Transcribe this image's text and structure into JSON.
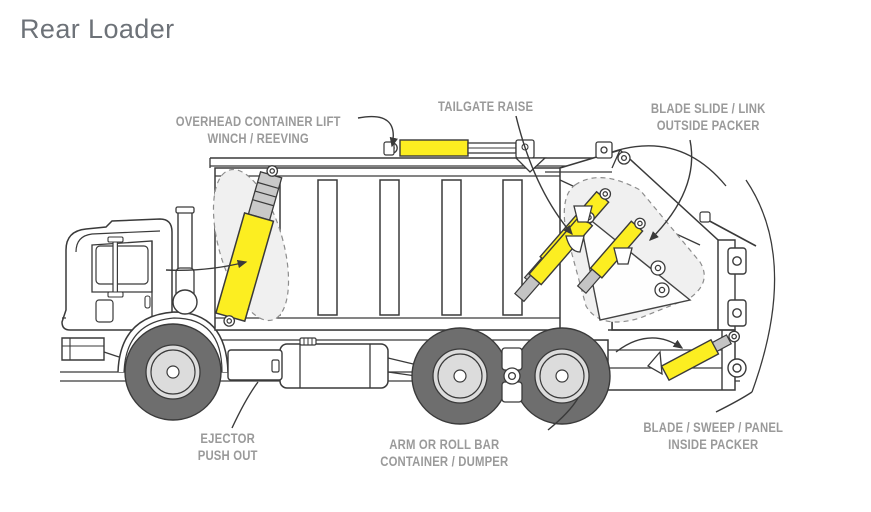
{
  "page": {
    "title": "Rear Loader",
    "background_color": "#ffffff",
    "title_color": "#6d7278"
  },
  "theme": {
    "cylinder_yellow": "#fcee21",
    "outline_dark": "#3a3a3a",
    "wheel_gray": "#6e6e6e",
    "label_gray": "#9a9a9a",
    "highlight_gray": "#efefef",
    "metal_gray": "#a8a8a8"
  },
  "diagram": {
    "name": "rear-loader-truck-diagram",
    "subject": "Rear loader refuse collection truck with highlighted hydraulic cylinders",
    "callouts": [
      {
        "id": "overhead-container-lift",
        "lines": [
          "OVERHEAD CONTAINER LIFT",
          "WINCH / REEVING"
        ],
        "points_to": "forward body cylinder behind cab"
      },
      {
        "id": "tailgate-raise",
        "lines": [
          "TAILGATE RAISE"
        ],
        "points_to": "horizontal cylinder on body top rail"
      },
      {
        "id": "blade-slide-link-outside-packer",
        "lines": [
          "BLADE SLIDE / LINK",
          "OUTSIDE PACKER"
        ],
        "points_to": "angled cylinders in tailgate packer assembly"
      },
      {
        "id": "ejector-push-out",
        "lines": [
          "EJECTOR",
          "PUSH OUT"
        ],
        "points_to": "telescopic ejector cylinder under body"
      },
      {
        "id": "arm-or-roll-bar-container-dumper",
        "lines": [
          "ARM OR ROLL BAR",
          "CONTAINER / DUMPER"
        ],
        "points_to": "rear hopper lift arm area"
      },
      {
        "id": "blade-sweep-panel-inside-packer",
        "lines": [
          "BLADE / SWEEP / PANEL",
          "INSIDE PACKER"
        ],
        "points_to": "lower diagonal cylinder inside hopper"
      }
    ],
    "cylinders": [
      {
        "id": "lift-winch-cylinder",
        "orientation": "steep-diagonal",
        "color": "#fcee21",
        "highlighted": true
      },
      {
        "id": "tailgate-raise-cylinder",
        "orientation": "horizontal",
        "color": "#fcee21",
        "highlighted": false
      },
      {
        "id": "packer-cylinder-upper",
        "orientation": "diagonal",
        "color": "#fcee21",
        "highlighted": true
      },
      {
        "id": "packer-cylinder-lower",
        "orientation": "diagonal",
        "color": "#fcee21",
        "highlighted": true
      },
      {
        "id": "packer-cylinder-slide",
        "orientation": "diagonal",
        "color": "#fcee21",
        "highlighted": true
      },
      {
        "id": "inside-packer-cylinder",
        "orientation": "diagonal",
        "color": "#fcee21",
        "highlighted": false
      }
    ],
    "wheels": [
      {
        "id": "front-wheel"
      },
      {
        "id": "rear-wheel-forward"
      },
      {
        "id": "rear-wheel-aft"
      }
    ],
    "body_ribs": 5
  }
}
